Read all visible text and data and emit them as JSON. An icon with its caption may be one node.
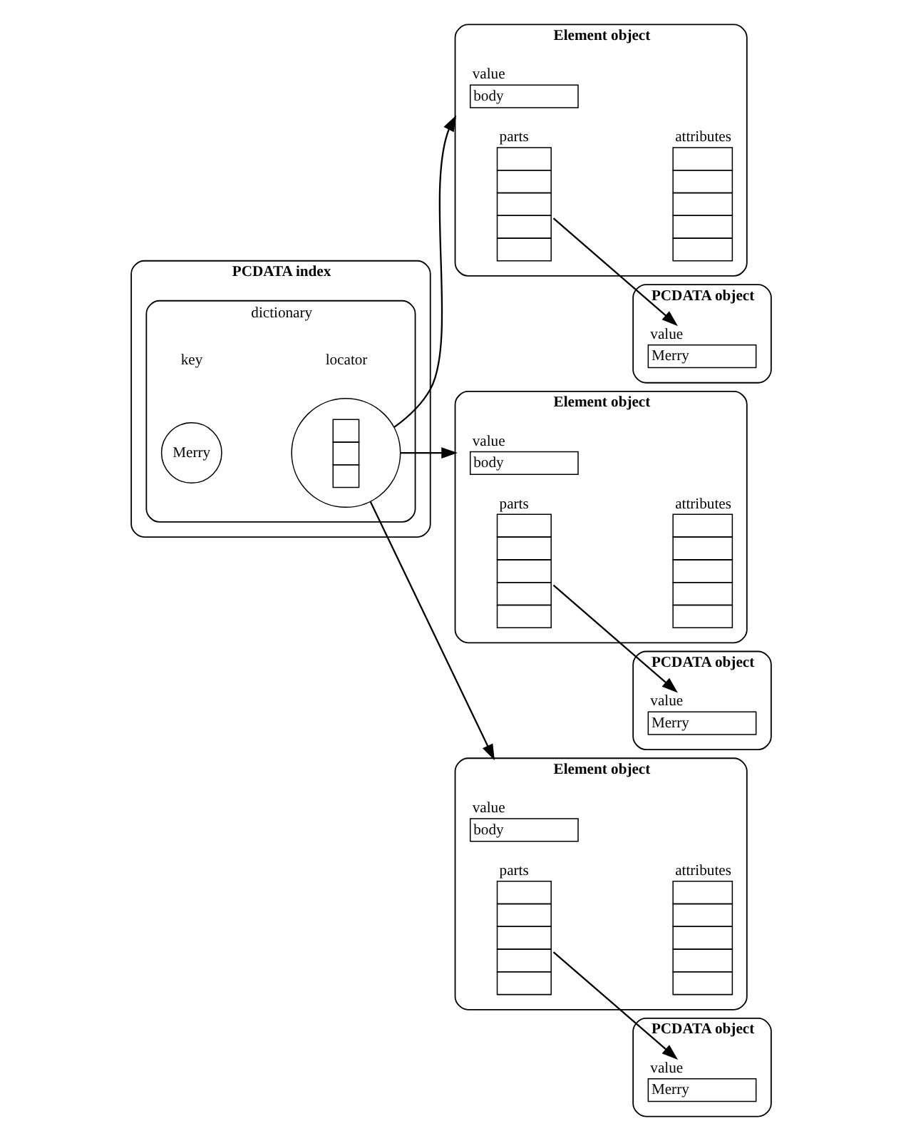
{
  "diagram": {
    "nodes": [
      {
        "text": [
          "PCDATA index"
        ]
      },
      {
        "text": [
          "dictionary"
        ],
        "in": 0
      },
      {
        "text": [
          "Merry"
        ],
        "in": 1
      },
      {
        "text": [],
        "shape": "circle",
        "in": 1
      },
      {
        "text": [
          "Element object"
        ]
      },
      {
        "text": [
          "value",
          "body"
        ],
        "in": 4
      },
      {
        "text": [
          "parts"
        ],
        "in": 4
      },
      {
        "text": [
          "attributes"
        ],
        "in": 4
      },
      {
        "text": [
          "PCDATA object"
        ]
      },
      {
        "text": [
          "value",
          "Merry"
        ],
        "in": 8
      },
      {
        "text": [
          "Element object"
        ]
      },
      {
        "text": [
          "value",
          "body"
        ],
        "in": 10
      },
      {
        "text": [
          "parts"
        ],
        "in": 10
      },
      {
        "text": [
          "attributes"
        ],
        "in": 10
      },
      {
        "text": [
          "PCDATA object"
        ]
      },
      {
        "text": [
          "value",
          "Merry"
        ],
        "in": 14
      },
      {
        "text": [
          "Element object"
        ]
      },
      {
        "text": [
          "value",
          "body"
        ],
        "in": 16
      },
      {
        "text": [
          "parts"
        ],
        "in": 16
      },
      {
        "text": [
          "attributes"
        ],
        "in": 16
      },
      {
        "text": [
          "PCDATA object"
        ]
      },
      {
        "text": [
          "value",
          "Merry"
        ],
        "in": 20
      }
    ],
    "edges": [
      {
        "from": 3,
        "to": 4,
        "arrow": "to"
      },
      {
        "from": 3,
        "to": 10,
        "arrow": "to"
      },
      {
        "from": 3,
        "to": 16,
        "arrow": "to"
      },
      {
        "from": 6,
        "to": 9,
        "arrow": "to"
      },
      {
        "from": 12,
        "to": 15,
        "arrow": "to"
      },
      {
        "from": 18,
        "to": 21,
        "arrow": "to"
      }
    ],
    "labels": [
      "key",
      "locator"
    ]
  }
}
